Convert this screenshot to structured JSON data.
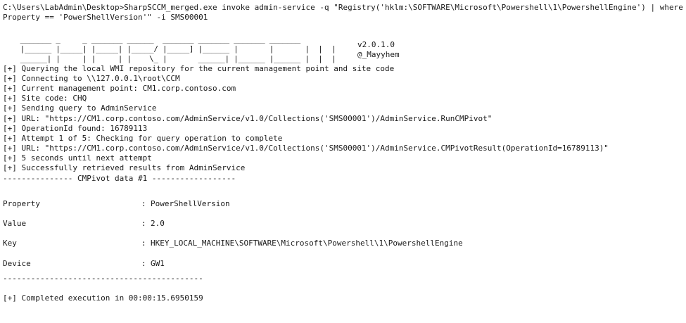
{
  "command": {
    "line1": "C:\\Users\\LabAdmin\\Desktop>SharpSCCM_merged.exe invoke admin-service -q \"Registry('hklm:\\SOFTWARE\\Microsoft\\Powershell\\1\\PowershellEngine') | where",
    "line2": "Property == 'PowerShellVersion'\" -i SMS00001"
  },
  "banner": {
    "art_line1": "  _______ _     _ _______ ______  _______ _______ _______ _______",
    "art_line2": "  |______ |_____| |_____| |_____/ |_____] |______ |       |       |  |  |",
    "art_line3": "  ______| |     | |     | |    \\_ |       ______| |______ |______ |  |  |",
    "version": "v2.0.1.0",
    "author": "@_Mayyhem"
  },
  "log": [
    "[+] Querying the local WMI repository for the current management point and site code",
    "[+] Connecting to \\\\127.0.0.1\\root\\CCM",
    "[+] Current management point: CM1.corp.contoso.com",
    "[+] Site code: CHQ",
    "[+] Sending query to AdminService",
    "[+] URL: \"https://CM1.corp.contoso.com/AdminService/v1.0/Collections('SMS00001')/AdminService.RunCMPivot\"",
    "[+] OperationId found: 16789113",
    "[+] Attempt 1 of 5: Checking for query operation to complete",
    "[+] URL: \"https://CM1.corp.contoso.com/AdminService/v1.0/Collections('SMS00001')/AdminService.CMPivotResult(OperationId=16789113)\"",
    "[+] 5 seconds until next attempt",
    "[+] Successfully retrieved results from AdminService"
  ],
  "section_header": "--------------- CMPivot data #1 ------------------",
  "results": [
    {
      "key": "Property",
      "sep": ":",
      "value": "PowerShellVersion"
    },
    {
      "key": "Value",
      "sep": ":",
      "value": "2.0"
    },
    {
      "key": "Key",
      "sep": ":",
      "value": "HKEY_LOCAL_MACHINE\\SOFTWARE\\Microsoft\\Powershell\\1\\PowershellEngine"
    },
    {
      "key": "Device",
      "sep": ":",
      "value": "GW1"
    }
  ],
  "section_footer": "-------------------------------------------",
  "completed": "[+] Completed execution in 00:00:15.6950159"
}
